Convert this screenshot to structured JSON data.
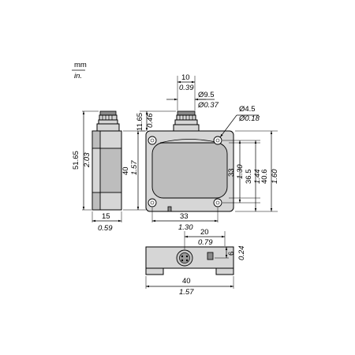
{
  "units": {
    "primary": "mm",
    "secondary": "in."
  },
  "side_view": {
    "height_total": {
      "mm": "51.65",
      "in": "2.03"
    },
    "height_body": {
      "mm": "40",
      "in": "1.57"
    },
    "width": {
      "mm": "15",
      "in": "0.59"
    }
  },
  "front_view": {
    "connector_height": {
      "mm": "11.65",
      "in": "0.46"
    },
    "connector_width": {
      "mm": "10",
      "in": "0.39"
    },
    "connector_dia": {
      "mm": "Ø9.5",
      "in": "Ø0.37"
    },
    "hole_dia": {
      "mm": "Ø4.5",
      "in": "Ø0.18"
    },
    "hole_spacing_v": {
      "mm": "33",
      "in": "1.30"
    },
    "face_height": {
      "mm": "36.5",
      "in": "1.44"
    },
    "body_height": {
      "mm": "40.6",
      "in": "1.60"
    },
    "hole_spacing_h": {
      "mm": "33",
      "in": "1.30"
    }
  },
  "bottom_view": {
    "connector_offset": {
      "mm": "20",
      "in": "0.79"
    },
    "depth_step": {
      "mm": "6",
      "in": "0.24"
    },
    "width": {
      "mm": "40",
      "in": "1.57"
    }
  }
}
